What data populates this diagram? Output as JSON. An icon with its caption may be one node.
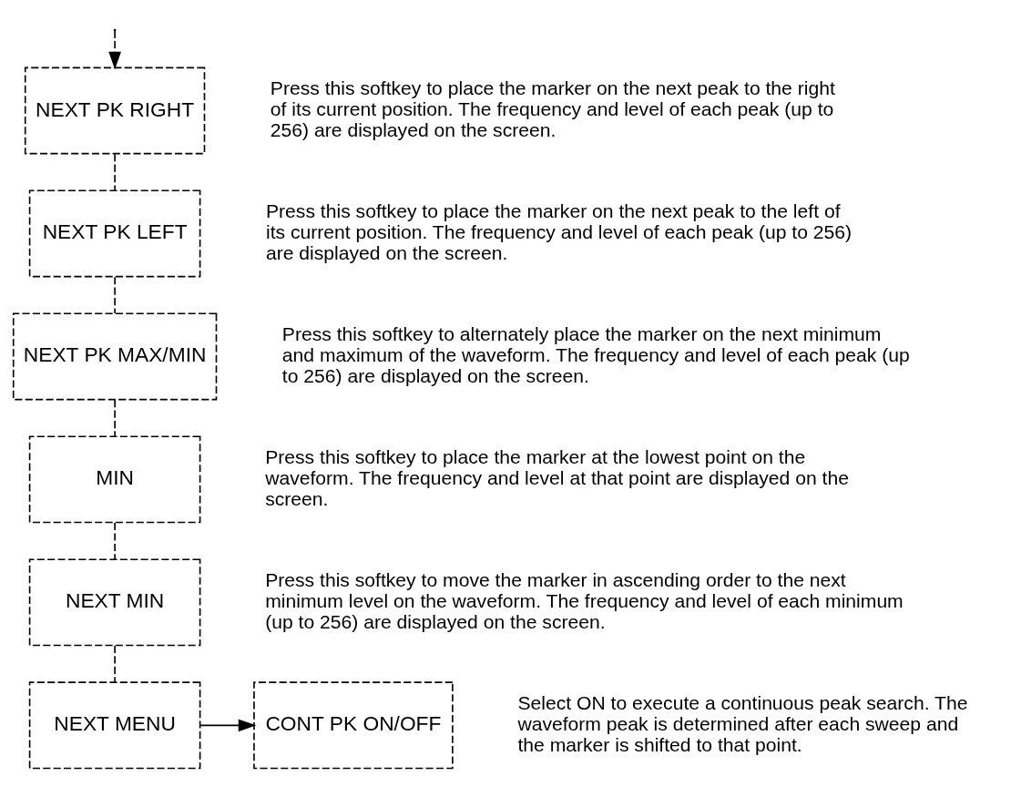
{
  "diagram": {
    "nodes": [
      {
        "text": [
          "NEXT PK RIGHT"
        ],
        "beside": [
          "Press this softkey to place the marker on the next peak to the right of its current position. The frequency and level of each peak (up to 256) are displayed on the screen."
        ]
      },
      {
        "text": [
          "NEXT PK LEFT"
        ],
        "beside": [
          "Press this softkey to place the marker on the next peak to the left of its current position. The frequency and level of each peak (up to 256) are displayed on the screen."
        ]
      },
      {
        "text": [
          "NEXT PK MAX/MIN"
        ],
        "beside": [
          "Press this softkey to alternately place the marker on the next minimum and maximum of the waveform. The frequency and level of each peak (up to 256) are displayed on the screen."
        ]
      },
      {
        "text": [
          "MIN"
        ],
        "beside": [
          "Press this softkey to place the marker at the lowest point on the waveform. The frequency and level at that point are displayed on the screen."
        ]
      },
      {
        "text": [
          "NEXT MIN"
        ],
        "beside": [
          "Press this softkey to move the marker in ascending order to the next minimum level on the waveform. The frequency and level of each minimum (up to 256) are displayed on the screen."
        ]
      },
      {
        "text": [
          "NEXT MENU"
        ]
      },
      {
        "text": [
          "CONT PK ON/OFF"
        ],
        "beside": [
          "Select ON to execute a continuous peak search. The waveform peak is determined after each sweep and the marker is shifted to that point."
        ]
      }
    ],
    "edges": [
      {
        "from": null,
        "to": 0,
        "arrow": "to",
        "style": "dashed"
      },
      {
        "from": 0,
        "to": 1,
        "arrow": "none",
        "style": "dashed"
      },
      {
        "from": 1,
        "to": 2,
        "arrow": "none",
        "style": "dashed"
      },
      {
        "from": 2,
        "to": 3,
        "arrow": "none",
        "style": "dashed"
      },
      {
        "from": 3,
        "to": 4,
        "arrow": "none",
        "style": "dashed"
      },
      {
        "from": 4,
        "to": 5,
        "arrow": "none",
        "style": "dashed"
      },
      {
        "from": 5,
        "to": 6,
        "arrow": "to"
      }
    ]
  }
}
